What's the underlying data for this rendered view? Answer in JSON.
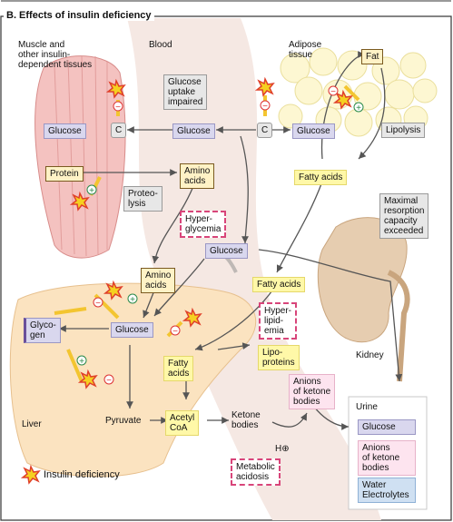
{
  "header": {
    "title": "B. Effects of insulin deficiency"
  },
  "labels": {
    "muscle": "Muscle and\nother insulin-\ndependent tissues",
    "blood": "Blood",
    "adipose": "Adipose\ntissue",
    "liver": "Liver",
    "kidney": "Kidney",
    "urine": "Urine"
  },
  "muscle": {
    "glucose": "Glucose",
    "c": "C",
    "protein": "Protein",
    "proteolysis": "Proteo-\nlysis"
  },
  "blood": {
    "glucose": "Glucose",
    "amino_acids": "Amino\nacids",
    "uptake_impaired": "Glucose\nuptake\nimpaired",
    "fatty_acids": "Fatty acids"
  },
  "adipose": {
    "fat": "Fat",
    "glucose": "Glucose",
    "c": "C",
    "lipolysis": "Lipolysis",
    "fatty_acids": "Fatty acids"
  },
  "conditions": {
    "hyperglycemia": "Hyper-\nglycemia",
    "hyperlipidemia": "Hyper-\nlipid-\nemia",
    "metabolic_acidosis": "Metabolic\nacidosis"
  },
  "kidney": {
    "glucose": "Glucose",
    "maximal": "Maximal\nresorption\ncapacity\nexceeded",
    "anions": "Anions\nof ketone\nbodies"
  },
  "liver": {
    "glycogen": "Glyco-\ngen",
    "glucose": "Glucose",
    "amino_acids": "Amino\nacids",
    "fatty_acids": "Fatty\nacids",
    "lipoproteins": "Lipo-\nproteins",
    "pyruvate": "Pyruvate",
    "acetyl_coa": "Acetyl\nCoA",
    "ketone_bodies": "Ketone\nbodies",
    "h_plus": "H⊕"
  },
  "urine_items": [
    "Glucose",
    "Anions\nof ketone\nbodies",
    "Water\nElectrolytes"
  ],
  "legend": {
    "insulin_deficiency": "Insulin deficiency"
  },
  "symbols": {
    "minus": "−",
    "plus": "+"
  },
  "icons": [
    "insulin-deficiency-star-icon",
    "inhibition-minus-icon",
    "stimulation-plus-icon"
  ],
  "colors": {
    "glucose": "#d9d7ee",
    "fatty": "#fff8a8",
    "ketone": "#fde4ef",
    "muscle": "#f4c2c0",
    "liver": "#fbe3c0",
    "kidney": "#e6cdb0",
    "blood": "#f5e8e3",
    "star": "#f5d020"
  }
}
